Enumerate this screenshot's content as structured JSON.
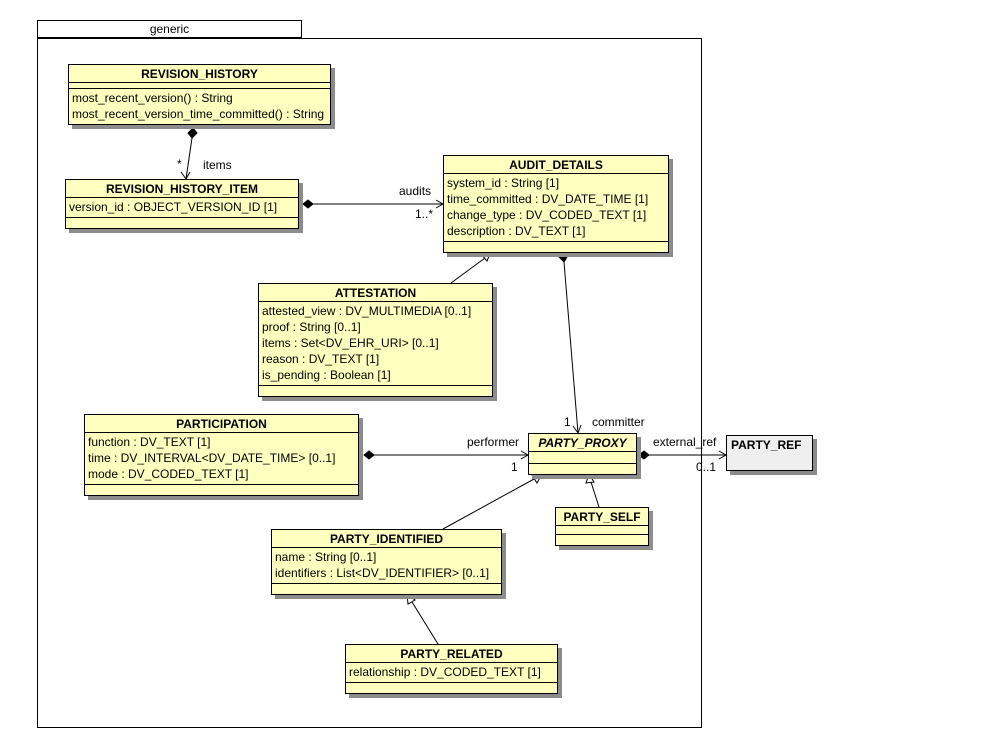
{
  "package": {
    "name": "generic"
  },
  "classes": {
    "revision_history": {
      "name": "REVISION_HISTORY",
      "attributes": [],
      "operations": [
        "most_recent_version() : String",
        "most_recent_version_time_committed() : String"
      ]
    },
    "revision_history_item": {
      "name": "REVISION_HISTORY_ITEM",
      "attributes": [
        "version_id : OBJECT_VERSION_ID [1]"
      ],
      "operations": []
    },
    "audit_details": {
      "name": "AUDIT_DETAILS",
      "attributes": [
        "system_id : String [1]",
        "time_committed : DV_DATE_TIME [1]",
        "change_type : DV_CODED_TEXT [1]",
        "description : DV_TEXT [1]"
      ],
      "operations": []
    },
    "attestation": {
      "name": "ATTESTATION",
      "attributes": [
        "attested_view : DV_MULTIMEDIA [0..1]",
        "proof : String [0..1]",
        "items : Set<DV_EHR_URI> [0..1]",
        "reason : DV_TEXT [1]",
        "is_pending : Boolean [1]"
      ],
      "operations": []
    },
    "participation": {
      "name": "PARTICIPATION",
      "attributes": [
        "function : DV_TEXT [1]",
        "time : DV_INTERVAL<DV_DATE_TIME> [0..1]",
        "mode : DV_CODED_TEXT [1]"
      ],
      "operations": []
    },
    "party_proxy": {
      "name": "PARTY_PROXY",
      "attributes": [],
      "operations": []
    },
    "party_ref": {
      "name": "PARTY_REF",
      "attributes": [],
      "operations": []
    },
    "party_self": {
      "name": "PARTY_SELF",
      "attributes": [],
      "operations": []
    },
    "party_identified": {
      "name": "PARTY_IDENTIFIED",
      "attributes": [
        "name : String [0..1]",
        "identifiers : List<DV_IDENTIFIER> [0..1]"
      ],
      "operations": []
    },
    "party_related": {
      "name": "PARTY_RELATED",
      "attributes": [
        "relationship : DV_CODED_TEXT [1]"
      ],
      "operations": []
    }
  },
  "associations": {
    "items": {
      "role": "items",
      "multiplicity": "*"
    },
    "audits": {
      "role": "audits",
      "multiplicity": "1..*"
    },
    "committer": {
      "role": "committer",
      "multiplicity": "1"
    },
    "performer": {
      "role": "performer",
      "multiplicity": "1"
    },
    "external_ref": {
      "role": "external_ref",
      "multiplicity": "0..1"
    }
  }
}
